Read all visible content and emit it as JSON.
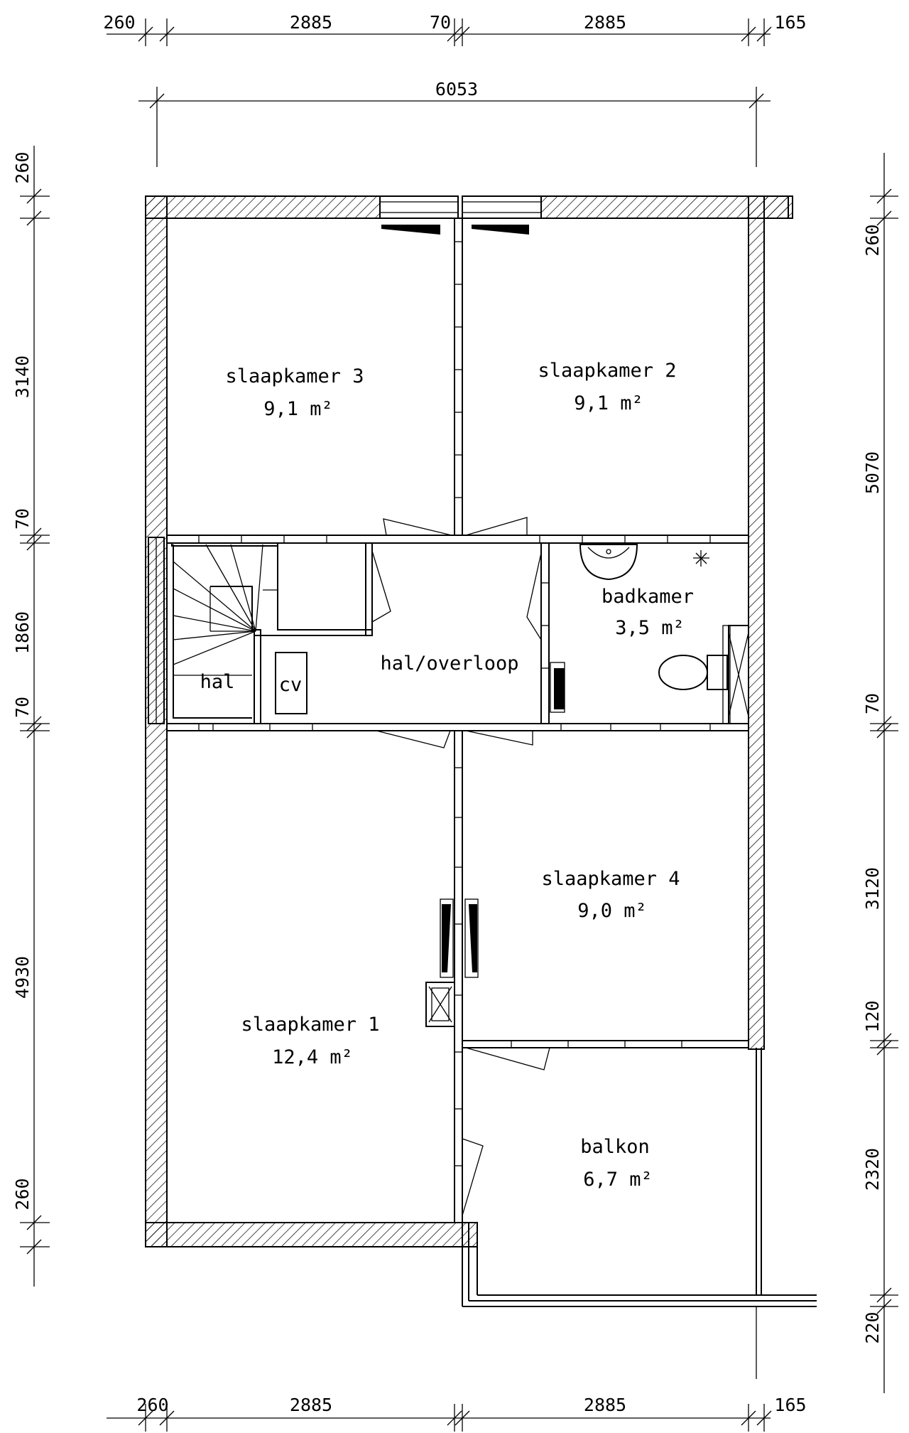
{
  "rooms": [
    {
      "name": "slaapkamer 3",
      "area": "9,1 m²"
    },
    {
      "name": "slaapkamer 2",
      "area": "9,1 m²"
    },
    {
      "name": "badkamer",
      "area": "3,5 m²"
    },
    {
      "name": "hal/overloop"
    },
    {
      "name": "hal"
    },
    {
      "name": "cv"
    },
    {
      "name": "slaapkamer 4",
      "area": "9,0 m²"
    },
    {
      "name": "slaapkamer 1",
      "area": "12,4 m²"
    },
    {
      "name": "balkon",
      "area": "6,7 m²"
    }
  ],
  "dimensions": {
    "top": [
      "260",
      "2885",
      "70",
      "2885",
      "165"
    ],
    "overall": "6053",
    "bottom": [
      "260",
      "2885",
      "2885",
      "165"
    ],
    "left": [
      "260",
      "3140",
      "70",
      "1860",
      "70",
      "4930",
      "260"
    ],
    "right": [
      "260",
      "5070",
      "70",
      "3120",
      "120",
      "2320",
      "220"
    ]
  }
}
